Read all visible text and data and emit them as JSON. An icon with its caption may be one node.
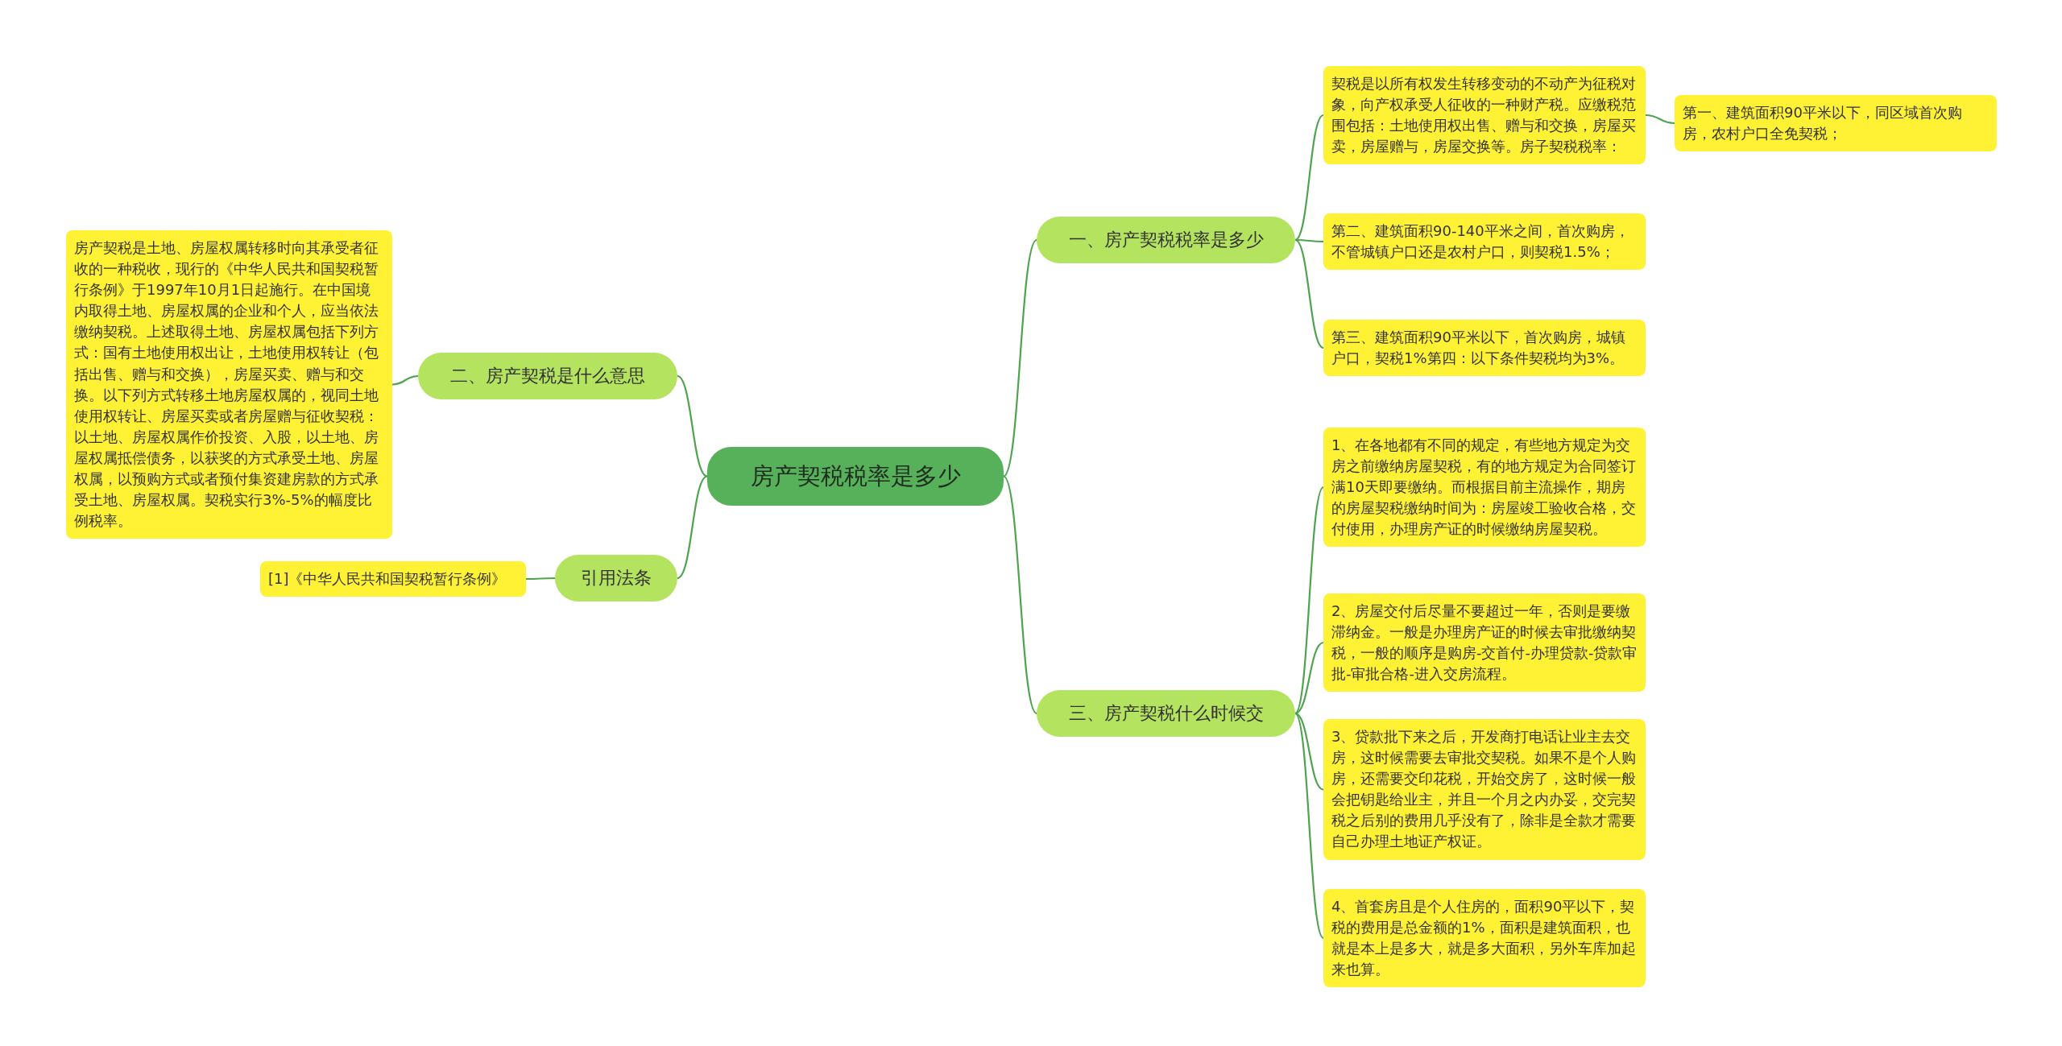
{
  "diagram": {
    "nodes": [
      {
        "text": [
          "房产契税税率是多少"
        ]
      },
      {
        "text": [
          "一、房产契税税率是多少"
        ]
      },
      {
        "text": [
          "契税是以所有权发生转移变动的不动产为征税对象，向产权承受人征收的一种财产税。应缴税范围包括：土地使用权出售、赠与和交换，房屋买卖，房屋赠与，房屋交换等。房子契税税率："
        ]
      },
      {
        "text": [
          "第一、建筑面积90平米以下，同区域首次购房，农村户口全免契税；"
        ]
      },
      {
        "text": [
          "第二、建筑面积90-140平米之间，首次购房，不管城镇户口还是农村户口，则契税1.5%；"
        ]
      },
      {
        "text": [
          "第三、建筑面积90平米以下，首次购房，城镇户口，契税1%第四：以下条件契税均为3%。"
        ]
      },
      {
        "text": [
          "三、房产契税什么时候交"
        ]
      },
      {
        "text": [
          "1、在各地都有不同的规定，有些地方规定为交房之前缴纳房屋契税，有的地方规定为合同签订满10天即要缴纳。而根据目前主流操作，期房的房屋契税缴纳时间为：房屋竣工验收合格，交付使用，办理房产证的时候缴纳房屋契税。"
        ]
      },
      {
        "text": [
          "2、房屋交付后尽量不要超过一年，否则是要缴滞纳金。一般是办理房产证的时候去审批缴纳契税，一般的顺序是购房-交首付-办理贷款-贷款审批-审批合格-进入交房流程。"
        ]
      },
      {
        "text": [
          "3、贷款批下来之后，开发商打电话让业主去交房，这时候需要去审批交契税。如果不是个人购房，还需要交印花税，开始交房了，这时候一般会把钥匙给业主，并且一个月之内办妥，交完契税之后别的费用几乎没有了，除非是全款才需要自己办理土地证产权证。"
        ]
      },
      {
        "text": [
          "4、首套房且是个人住房的，面积90平以下，契税的费用是总金额的1%，面积是建筑面积，也就是本上是多大，就是多大面积，另外车库加起来也算。"
        ]
      },
      {
        "text": [
          "二、房产契税是什么意思"
        ]
      },
      {
        "text": [
          "房产契税是土地、房屋权属转移时向其承受者征收的一种税收，现行的《中华人民共和国契税暂行条例》于1997年10月1日起施行。在中国境内取得土地、房屋权属的企业和个人，应当依法缴纳契税。上述取得土地、房屋权属包括下列方式：国有土地使用权出让，土地使用权转让（包括出售、赠与和交换），房屋买卖、赠与和交换。以下列方式转移土地房屋权属的，视同土地使用权转让、房屋买卖或者房屋赠与征收契税：以土地、房屋权属作价投资、入股，以土地、房屋权属抵偿债务，以获奖的方式承受土地、房屋权属，以预购方式或者预付集资建房款的方式承受土地、房屋权属。契税实行3%-5%的幅度比例税率。"
        ]
      },
      {
        "text": [
          "引用法条"
        ]
      },
      {
        "text": [
          "[1]《中华人民共和国契税暂行条例》"
        ]
      }
    ],
    "edges": [
      {
        "from": 0,
        "to": 1,
        "arrow": "none"
      },
      {
        "from": 1,
        "to": 2,
        "arrow": "none"
      },
      {
        "from": 2,
        "to": 3,
        "arrow": "none"
      },
      {
        "from": 1,
        "to": 4,
        "arrow": "none"
      },
      {
        "from": 1,
        "to": 5,
        "arrow": "none"
      },
      {
        "from": 0,
        "to": 6,
        "arrow": "none"
      },
      {
        "from": 6,
        "to": 7,
        "arrow": "none"
      },
      {
        "from": 6,
        "to": 8,
        "arrow": "none"
      },
      {
        "from": 6,
        "to": 9,
        "arrow": "none"
      },
      {
        "from": 6,
        "to": 10,
        "arrow": "none"
      },
      {
        "from": 0,
        "to": 11,
        "arrow": "none"
      },
      {
        "from": 11,
        "to": 12,
        "arrow": "none"
      },
      {
        "from": 0,
        "to": 13,
        "arrow": "none"
      },
      {
        "from": 13,
        "to": 14,
        "arrow": "none"
      }
    ]
  }
}
